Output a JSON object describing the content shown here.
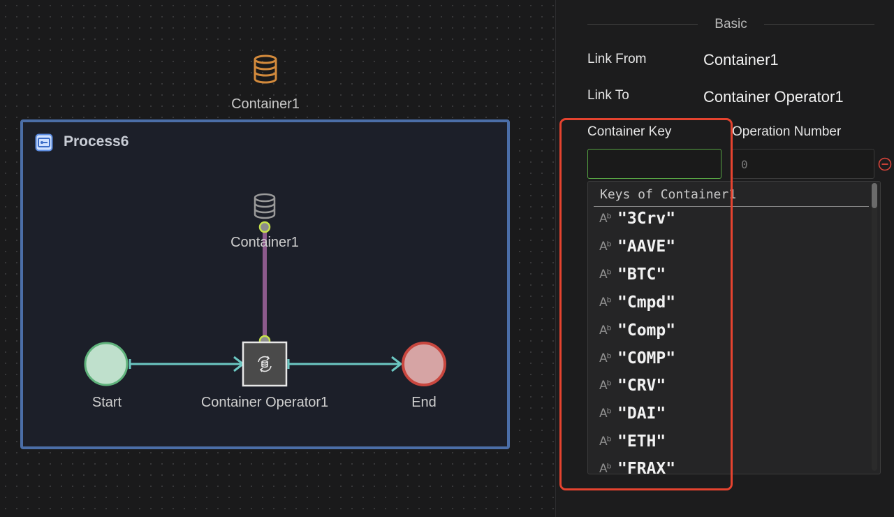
{
  "canvas": {
    "outer_container_label": "Container1",
    "process": {
      "title": "Process6",
      "container_label": "Container1",
      "start_label": "Start",
      "operator_label": "Container Operator1",
      "end_label": "End"
    }
  },
  "panel": {
    "section_title": "Basic",
    "link_from_label": "Link From",
    "link_from_value": "Container1",
    "link_to_label": "Link To",
    "link_to_value": "Container Operator1",
    "container_key_label": "Container Key",
    "container_key_value": "",
    "operation_number_label": "Operation Number",
    "operation_number_value": "0",
    "dropdown": {
      "header": "Keys of Container1",
      "options": [
        "\"3Crv\"",
        "\"AAVE\"",
        "\"BTC\"",
        "\"Cmpd\"",
        "\"Comp\"",
        "\"COMP\"",
        "\"CRV\"",
        "\"DAI\"",
        "\"ETH\"",
        "\"FRAX\""
      ]
    }
  },
  "colors": {
    "container_icon_orange": "#d38a3c",
    "process_border": "#4b6ea8",
    "edge_teal": "#6bc7c2",
    "edge_purple": "#8c5a8c",
    "start_fill": "#bfe0cc",
    "end_fill": "#d6a4a4",
    "highlight_red": "#e5432f",
    "input_focus_green": "#56a243"
  }
}
